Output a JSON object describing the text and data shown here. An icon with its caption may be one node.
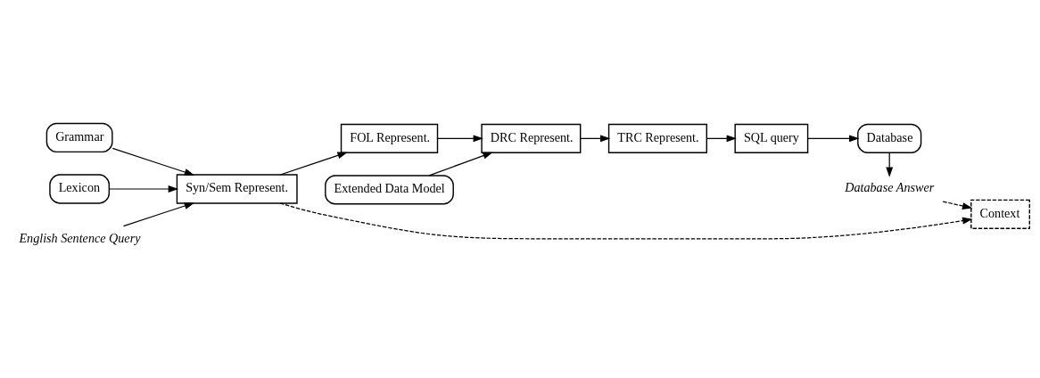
{
  "diagram": {
    "nodes": [
      {
        "text": [
          "Grammar"
        ]
      },
      {
        "text": [
          "Lexicon"
        ]
      },
      {
        "text": [
          "English Sentence Query"
        ]
      },
      {
        "text": [
          "Syn/Sem Represent."
        ]
      },
      {
        "text": [
          "FOL Represent."
        ]
      },
      {
        "text": [
          "Extended Data Model"
        ]
      },
      {
        "text": [
          "DRC Represent."
        ]
      },
      {
        "text": [
          "TRC Represent."
        ]
      },
      {
        "text": [
          "SQL query"
        ]
      },
      {
        "text": [
          "Database"
        ]
      },
      {
        "text": [
          "Database Answer"
        ]
      },
      {
        "text": [
          "Context"
        ]
      }
    ],
    "edges": [
      {
        "from": 0,
        "to": 3,
        "arrow": "to"
      },
      {
        "from": 1,
        "to": 3,
        "arrow": "to"
      },
      {
        "from": 2,
        "to": 3,
        "arrow": "to"
      },
      {
        "from": 3,
        "to": 4,
        "arrow": "to"
      },
      {
        "from": 4,
        "to": 6,
        "arrow": "to"
      },
      {
        "from": 5,
        "to": 6,
        "arrow": "to"
      },
      {
        "from": 6,
        "to": 7,
        "arrow": "to"
      },
      {
        "from": 7,
        "to": 8,
        "arrow": "to"
      },
      {
        "from": 8,
        "to": 9,
        "arrow": "to"
      },
      {
        "from": 9,
        "to": 10,
        "arrow": "to"
      },
      {
        "from": 3,
        "to": 11,
        "arrow": "to",
        "style": "dashed"
      },
      {
        "from": 10,
        "to": 11,
        "arrow": "to",
        "style": "dashed"
      }
    ]
  }
}
